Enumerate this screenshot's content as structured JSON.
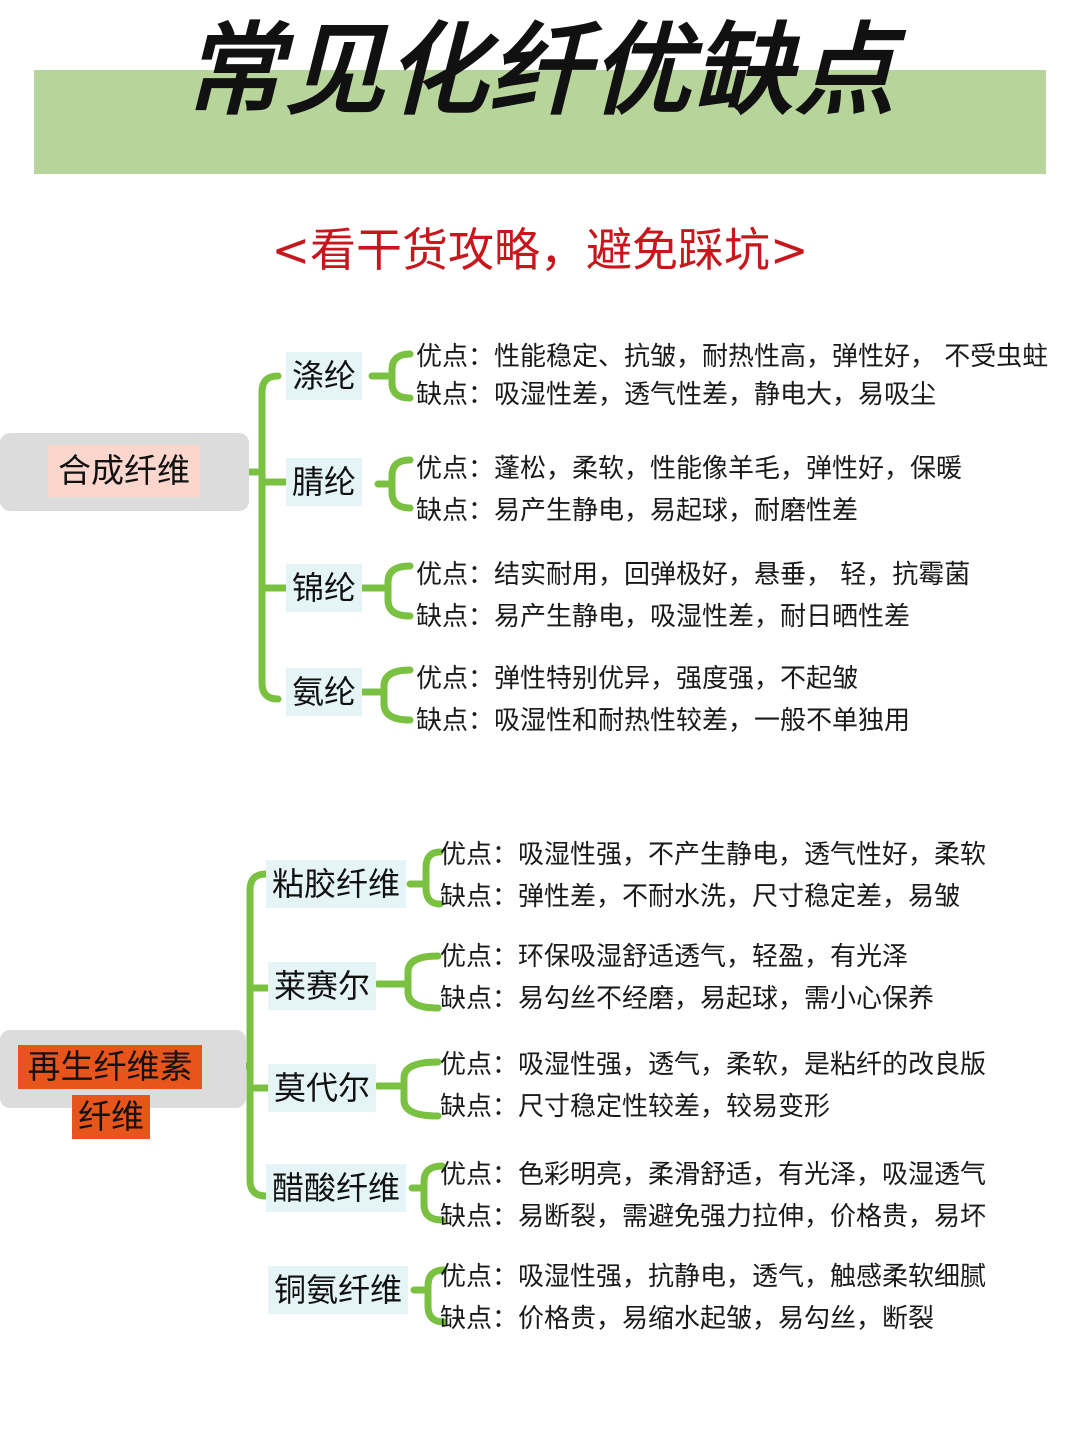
{
  "title": "常见化纤优缺点",
  "subtitle": "<看干货攻略，避免踩坑>",
  "colors": {
    "title_band": "#b7d59b",
    "subtitle": "#c8161d",
    "connector": "#7ac142",
    "node_bg": "#e4f4f7",
    "root1_bg": "#fbd6cc",
    "root2_bg": "#e8551c",
    "root_pill": "#dcdcdc"
  },
  "groups": [
    {
      "label": "合成纤维",
      "fibers": [
        {
          "name": "涤纶",
          "pros": "优点：性能稳定、抗皱，耐热性高，弹性好， 不受虫蛀",
          "cons": "缺点：吸湿性差，透气性差，静电大，易吸尘"
        },
        {
          "name": "腈纶",
          "pros": "优点：蓬松，柔软，性能像羊毛，弹性好，保暖",
          "cons": "缺点：易产生静电，易起球，耐磨性差"
        },
        {
          "name": "锦纶",
          "pros": "优点：结实耐用，回弹极好，悬垂， 轻，抗霉菌",
          "cons": "缺点：易产生静电，吸湿性差，耐日晒性差"
        },
        {
          "name": "氨纶",
          "pros": "优点：弹性特别优异，强度强，不起皱",
          "cons": "缺点：吸湿性和耐热性较差，一般不单独用"
        }
      ]
    },
    {
      "label_line1": "再生纤维素",
      "label_line2": "纤维",
      "fibers": [
        {
          "name": "粘胶纤维",
          "pros": "优点：吸湿性强，不产生静电，透气性好，柔软",
          "cons": "缺点：弹性差，不耐水洗，尺寸稳定差，易皱"
        },
        {
          "name": "莱赛尔",
          "pros": "优点：环保吸湿舒适透气，轻盈，有光泽",
          "cons": "缺点：易勾丝不经磨，易起球，需小心保养"
        },
        {
          "name": "莫代尔",
          "pros": "优点：吸湿性强，透气，柔软，是粘纤的改良版",
          "cons": "缺点：尺寸稳定性较差，较易变形"
        },
        {
          "name": "醋酸纤维",
          "pros": "优点：色彩明亮，柔滑舒适，有光泽，吸湿透气",
          "cons": "缺点：易断裂，需避免强力拉伸，价格贵，易坏"
        },
        {
          "name": "铜氨纤维",
          "pros": "优点：吸湿性强，抗静电，透气，触感柔软细腻",
          "cons": "缺点：价格贵，易缩水起皱，易勾丝，断裂"
        }
      ]
    }
  ]
}
